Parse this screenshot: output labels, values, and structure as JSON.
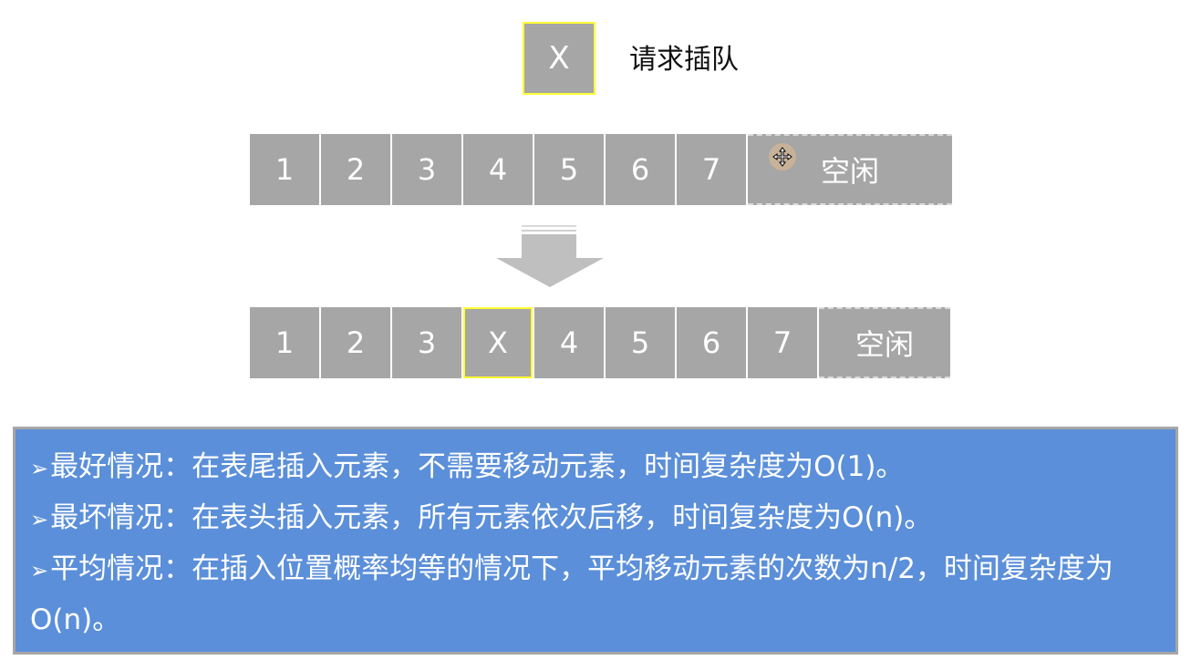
{
  "request": {
    "box_label": "X",
    "label": "请求插队"
  },
  "before_row": {
    "cells": [
      "1",
      "2",
      "3",
      "4",
      "5",
      "6",
      "7"
    ],
    "free_label": "空闲"
  },
  "after_row": {
    "cells": [
      "1",
      "2",
      "3",
      "X",
      "4",
      "5",
      "6",
      "7"
    ],
    "free_label": "空闲"
  },
  "arrow": {
    "icon": "down-arrow-icon",
    "color": "#bfbfbf"
  },
  "cursor": {
    "icon": "move-cursor-icon"
  },
  "info": {
    "bullet": "➢",
    "lines": [
      "最好情况：在表尾插入元素，不需要移动元素，时间复杂度为O(1)。",
      "最坏情况：在表头插入元素，所有元素依次后移，时间复杂度为O(n)。",
      "平均情况：在插入位置概率均等的情况下，平均移动元素的次数为n/2，时间复杂度为O(n)。"
    ]
  },
  "colors": {
    "cell": "#a6a6a6",
    "highlight_border": "#ffff33",
    "info_bg": "#5b8fd9"
  }
}
